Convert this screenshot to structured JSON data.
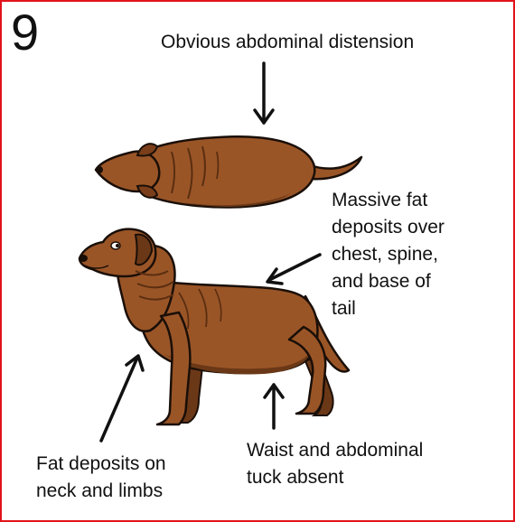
{
  "score": "9",
  "labels": {
    "top": "Obvious abdominal distension",
    "right": [
      "Massive fat",
      "deposits over",
      "chest, spine,",
      "and base of",
      "tail"
    ],
    "left": [
      "Fat deposits on",
      "neck and limbs"
    ],
    "bottom": [
      "Waist and abdominal",
      "tuck absent"
    ]
  },
  "colors": {
    "border": "#e2131b",
    "dog_fill": "#9a5527",
    "dog_dark": "#6b3817",
    "outline": "#1a0f08"
  }
}
